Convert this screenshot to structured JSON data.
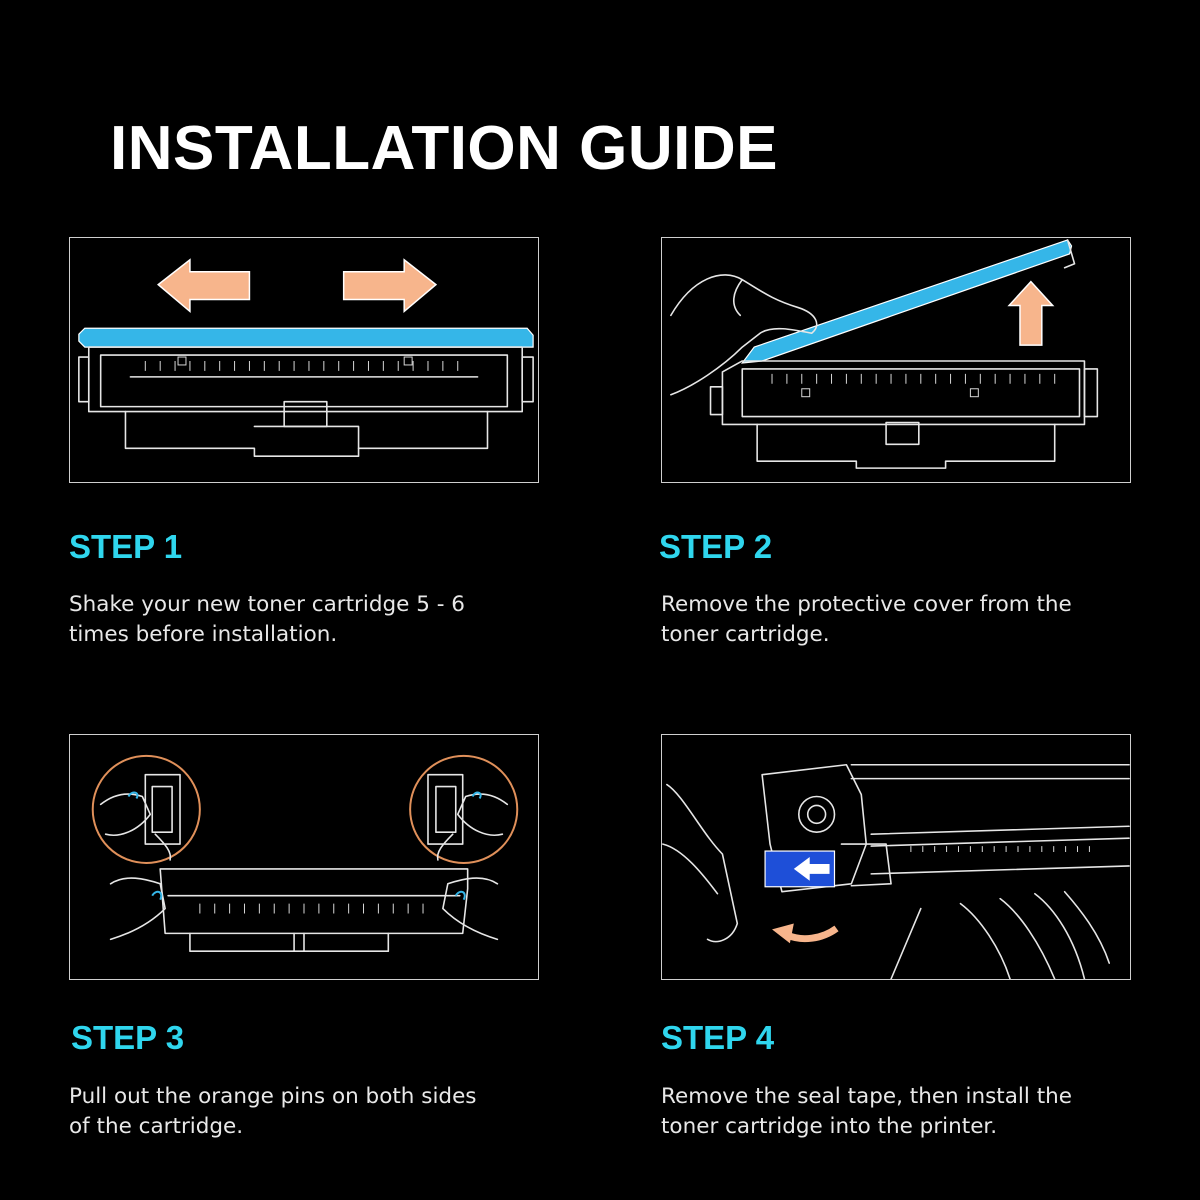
{
  "page": {
    "title": "INSTALLATION GUIDE"
  },
  "colors": {
    "background": "#000000",
    "step_heading": "#2fd6ee",
    "cover_blue": "#35b6e8",
    "arrow_peach": "#f7b58c",
    "seal_blue": "#1e4fd8",
    "pin_ring": "#e0905a"
  },
  "steps": [
    {
      "heading": "STEP 1",
      "line1": "Shake your new toner cartridge 5 - 6",
      "line2": "times before installation.",
      "image": "shake-cartridge-illustration"
    },
    {
      "heading": "STEP 2",
      "line1": "Remove the protective cover from the",
      "line2": "toner cartridge.",
      "image": "remove-cover-illustration"
    },
    {
      "heading": "STEP 3",
      "line1": "Pull out the orange pins on both sides",
      "line2": "of the cartridge.",
      "image": "pull-pins-illustration"
    },
    {
      "heading": "STEP 4",
      "line1": "Remove the seal tape, then install the",
      "line2": "toner cartridge into the printer.",
      "image": "install-cartridge-illustration"
    }
  ]
}
